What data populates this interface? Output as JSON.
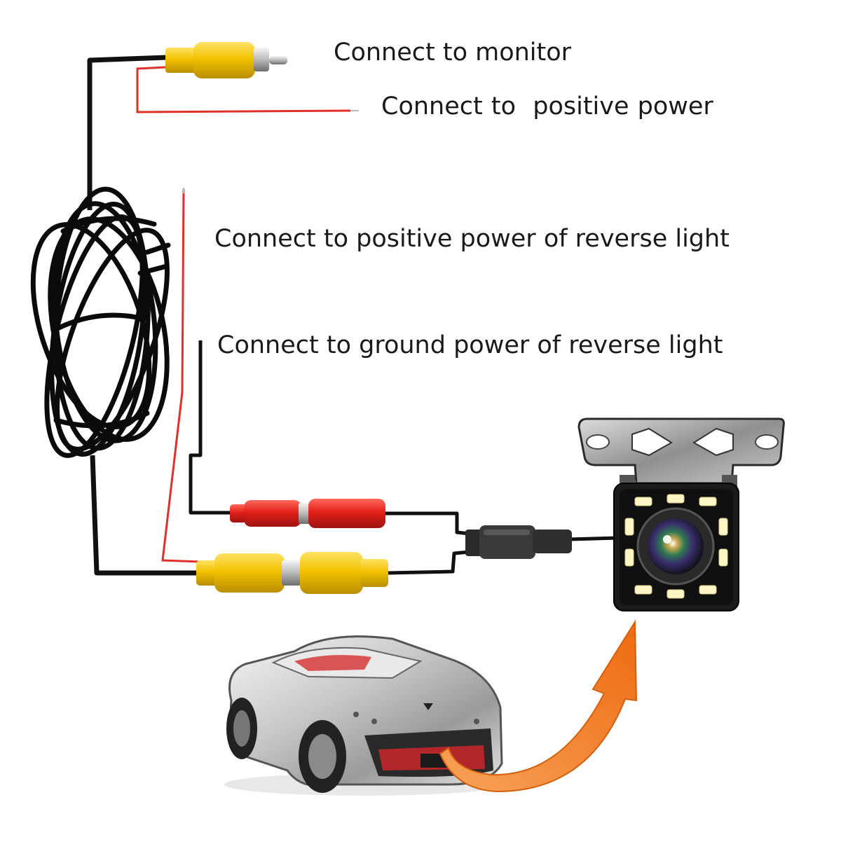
{
  "labels": {
    "monitor": "Connect to monitor",
    "positive_power": "Connect to  positive power",
    "reverse_positive": "Connect to positive power of reverse light",
    "reverse_ground": "Connect to ground power of reverse light"
  },
  "colors": {
    "background": "#ffffff",
    "cable": "#111111",
    "power_wire": "#e0302a",
    "rca_yellow": "#f2c200",
    "power_connector_red": "#e3201b",
    "arrow": "#f07a1e",
    "camera_body": "#1b1b1b",
    "led": "#fff6c8"
  },
  "icons": {
    "coiled_cable": "coiled-cable-icon",
    "camera": "backup-camera-icon",
    "car": "sports-car-icon",
    "arrow": "curved-arrow-icon"
  }
}
